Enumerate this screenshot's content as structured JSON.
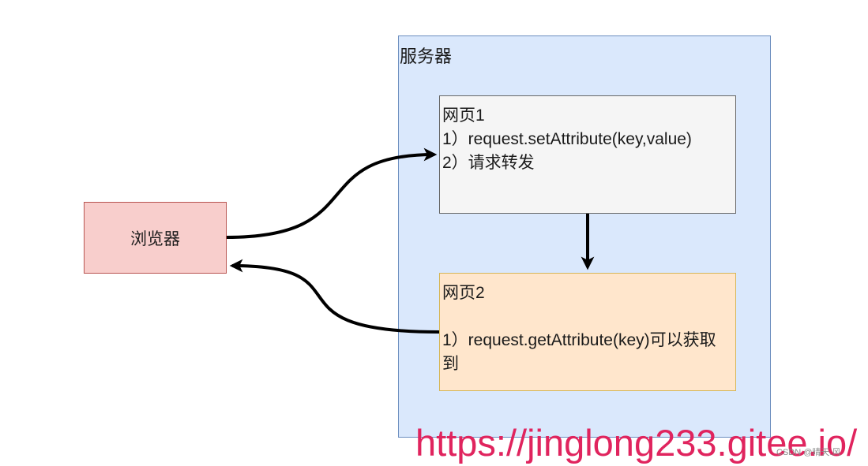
{
  "server": {
    "label": "服务器"
  },
  "browser": {
    "label": "浏览器"
  },
  "page1": {
    "title": "网页1",
    "step1": "1）request.setAttribute(key,value)",
    "step2": "2）请求转发"
  },
  "page2": {
    "title": "网页2",
    "step1": "1）request.getAttribute(key)可以获取到"
  },
  "watermark": {
    "url": "https://jinglong233.gitee.io/",
    "credit": "CSDN @晴天.风"
  },
  "colors": {
    "server_fill": "#dae8fc",
    "server_stroke": "#6c8ebf",
    "browser_fill": "#f8cecc",
    "browser_stroke": "#b85450",
    "page1_fill": "#f5f5f5",
    "page1_stroke": "#666666",
    "page2_fill": "#ffe6cc",
    "page2_stroke": "#d6b656",
    "arrow": "#000000",
    "watermark": "#e0245e"
  }
}
